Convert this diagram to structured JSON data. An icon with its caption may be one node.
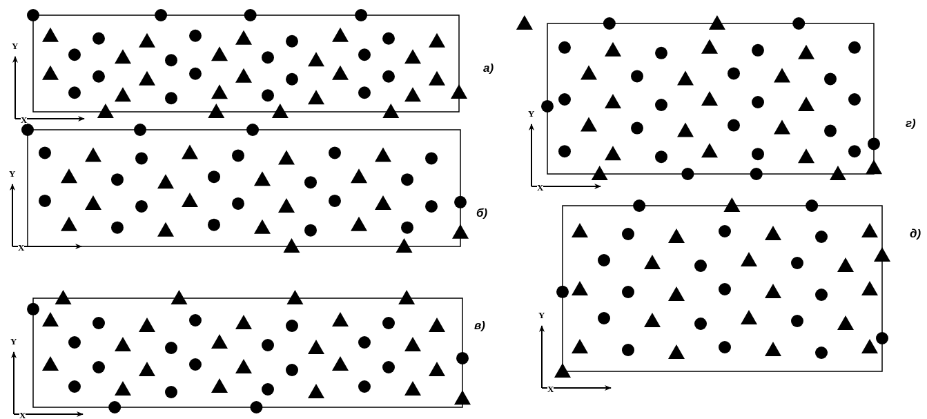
{
  "diagram": {
    "labels": [
      "Y",
      "X",
      "а)",
      "Y",
      "X",
      "б)",
      "Y",
      "X",
      "в)",
      "Y",
      "X",
      "г)",
      "Y",
      "X",
      "д)"
    ]
  }
}
